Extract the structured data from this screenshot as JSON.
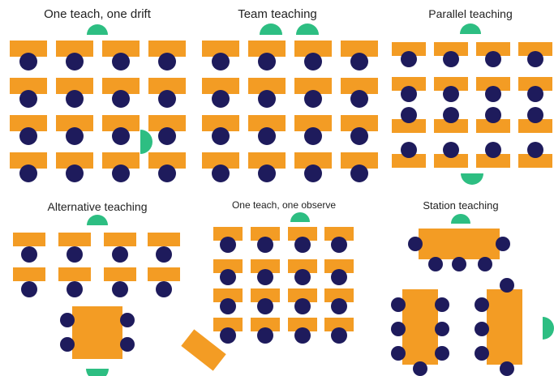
{
  "panels": {
    "one_teach_one_drift": {
      "title": "One teach, one drift"
    },
    "team_teaching": {
      "title": "Team teaching"
    },
    "parallel_teaching": {
      "title": "Parallel teaching"
    },
    "alternative_teaching": {
      "title": "Alternative teaching"
    },
    "one_teach_one_observe": {
      "title": "One teach, one observe"
    },
    "station_teaching": {
      "title": "Station teaching"
    }
  },
  "colors": {
    "desk": "#F39C24",
    "student": "#1E1B5C",
    "teacher": "#2DBE82",
    "background": "#FFFFFF",
    "title_text": "#222222"
  },
  "legend_icons": {
    "desk": "orange-rectangle-desk",
    "student": "navy-circle-student",
    "teacher": "green-semicircle-teacher"
  }
}
